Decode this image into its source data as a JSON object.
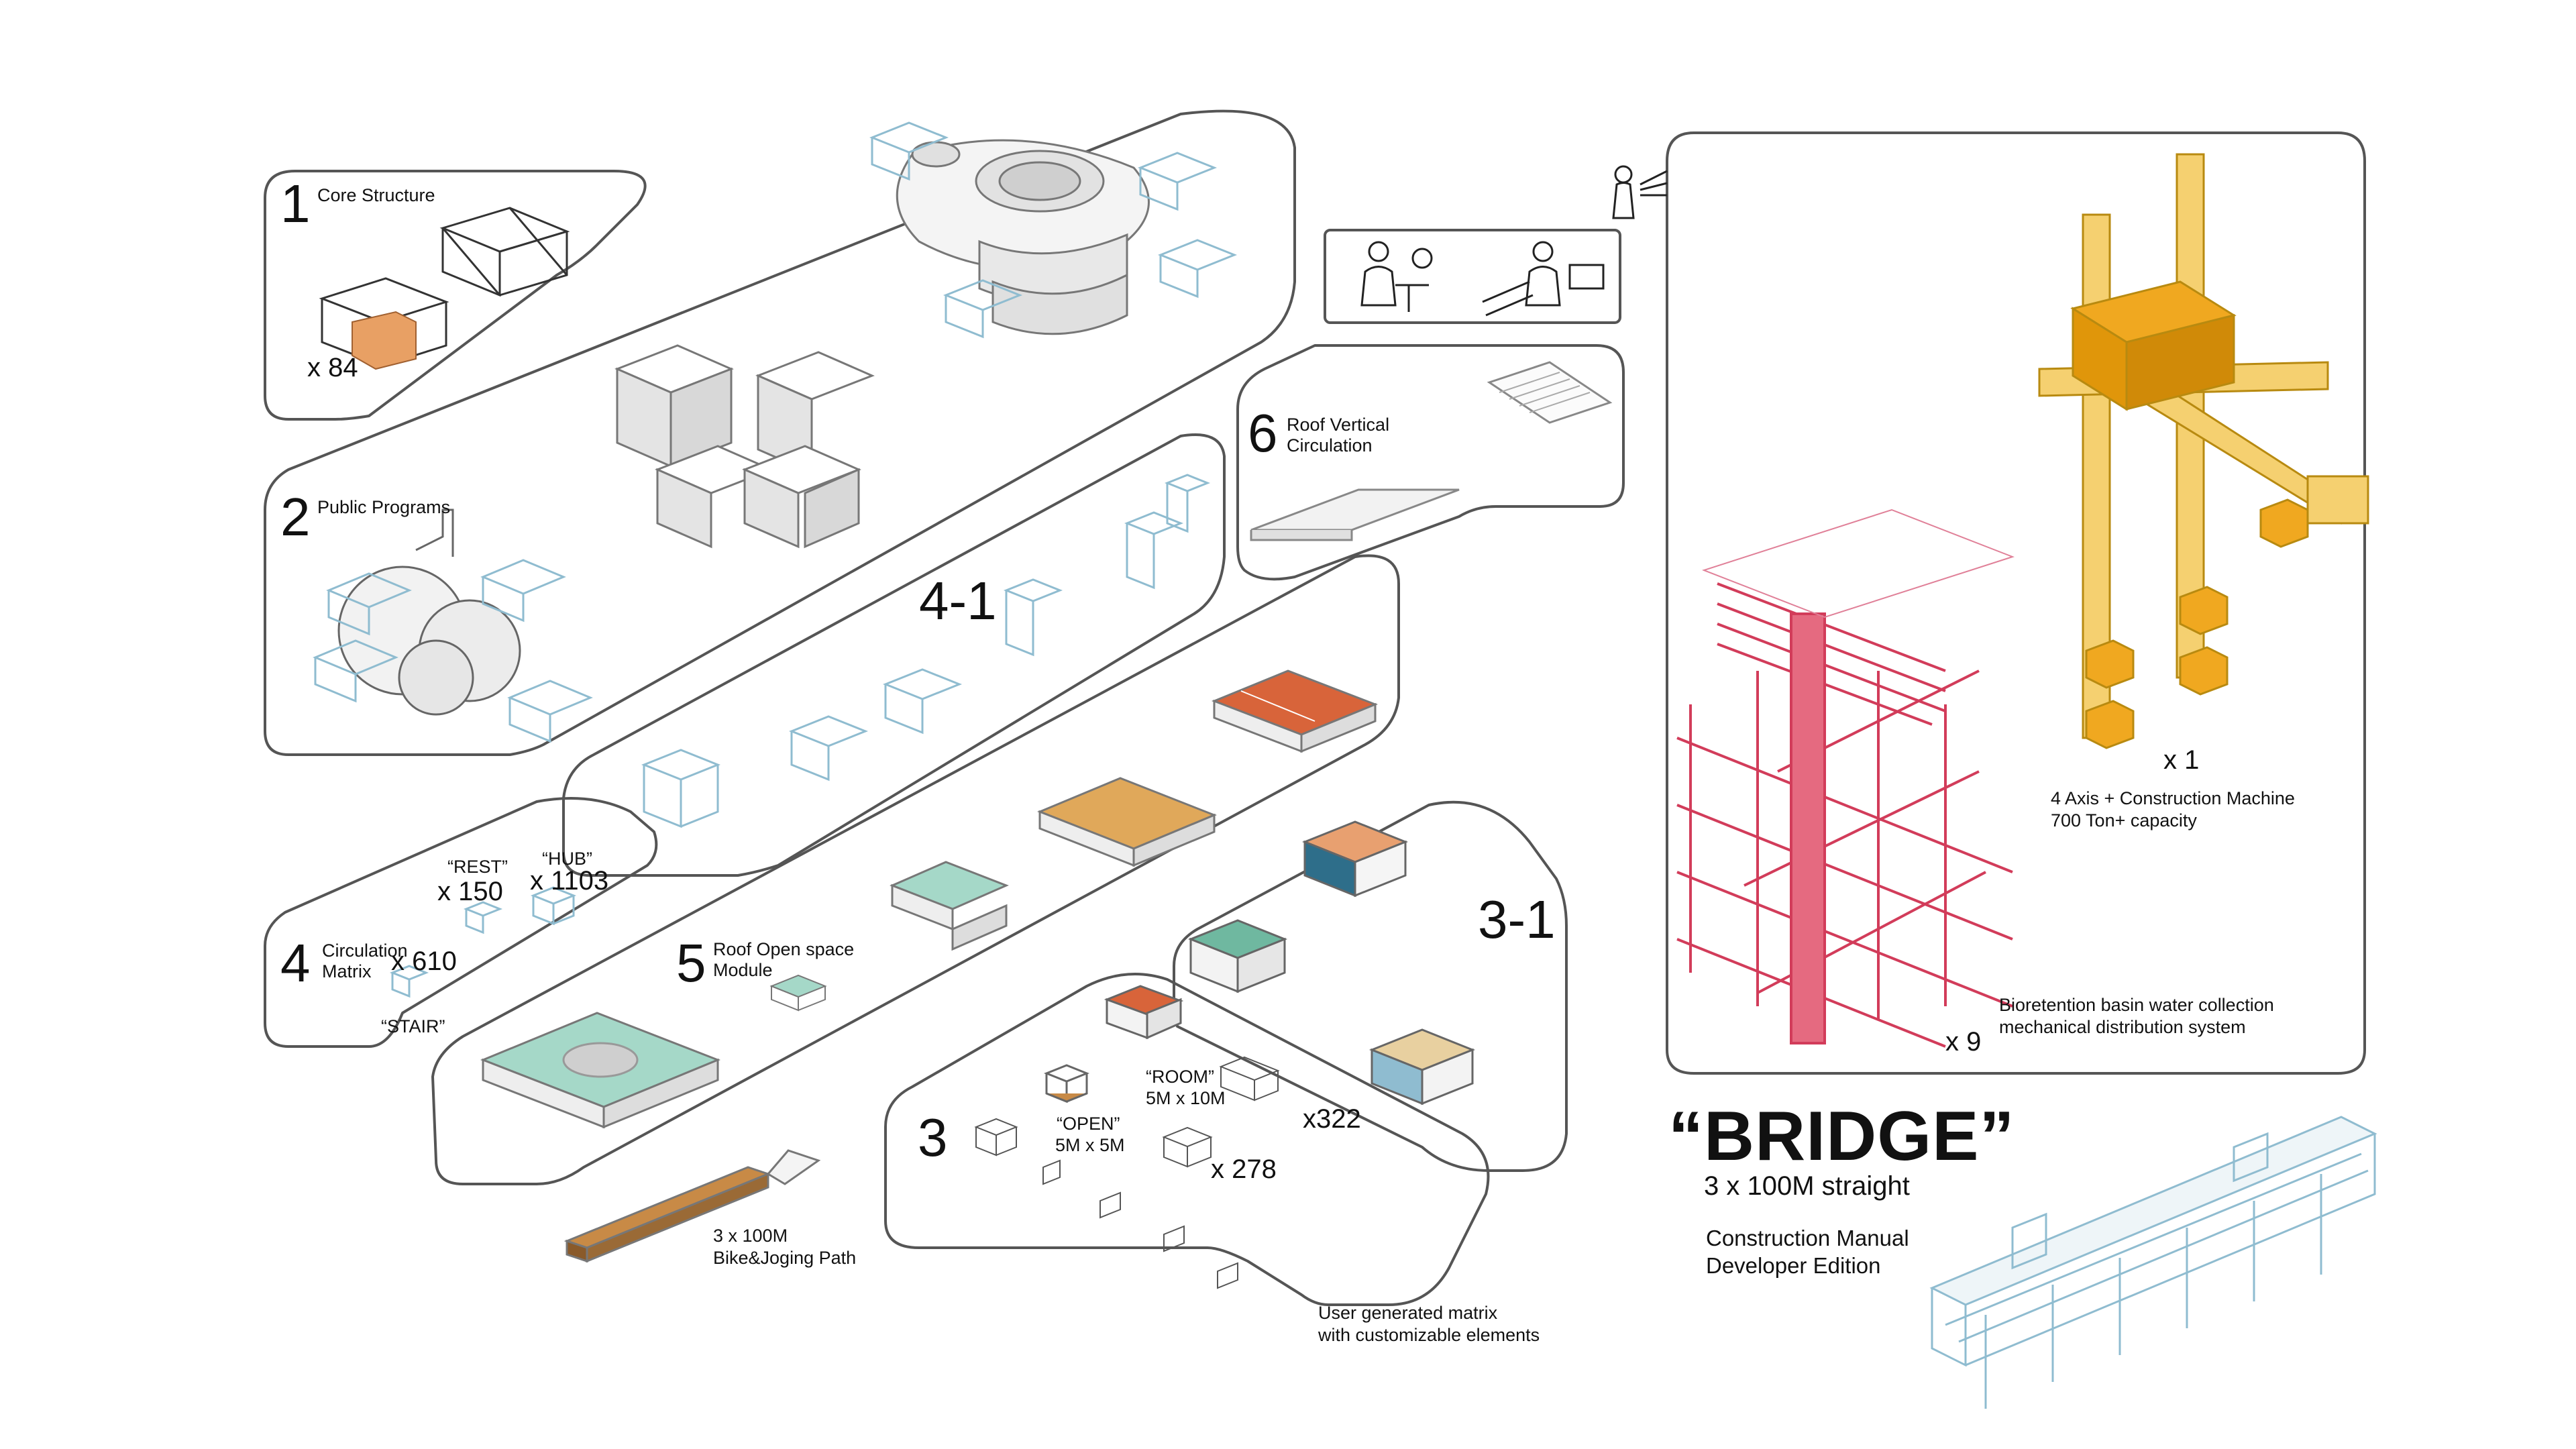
{
  "colors": {
    "orange": "#e8a064",
    "gold": "#f0a820",
    "crane": "#e0b030",
    "crimson": "#d23c5a",
    "mint": "#a5d8c8",
    "teal": "#2e6e8a",
    "clay": "#d8643a",
    "wood": "#c88a46",
    "blueprint": "#8fbcd0",
    "outline": "#555555"
  },
  "panels": {
    "core": {
      "number": "1",
      "label": "Core Structure",
      "count": "x 84"
    },
    "public": {
      "number": "2",
      "label": "Public Programs"
    },
    "circulation": {
      "number": "4",
      "label_line1": "Circulation",
      "label_line2": "Matrix",
      "count": "x 610",
      "rest_label": "“REST”",
      "rest_count": "x 150",
      "hub_label": "“HUB”",
      "hub_count": "x 1103",
      "stair_label": "“STAIR”"
    },
    "circ_variant": {
      "number": "4-1"
    },
    "roof_open": {
      "number": "5",
      "label_line1": "Roof Open space",
      "label_line2": "Module"
    },
    "roof_vertical": {
      "number": "6",
      "label_line1": "Roof Vertical",
      "label_line2": "Circulation"
    },
    "user_matrix": {
      "number": "3",
      "open_label": "“OPEN”",
      "open_size": "5M x 5M",
      "room_label": "“ROOM”",
      "room_size": "5M x 10M",
      "count_a": "x322",
      "count_b": "x 278",
      "caption_line1": "User generated matrix",
      "caption_line2": "with customizable elements"
    },
    "room_variant": {
      "number": "3-1"
    },
    "path": {
      "label_line1": "3 x 100M",
      "label_line2": "Bike&Joging Path"
    },
    "crane": {
      "count": "x 1",
      "caption_line1": "4 Axis + Construction Machine",
      "caption_line2": "700 Ton+ capacity"
    },
    "water": {
      "count": "x 9",
      "caption_line1": "Bioretention basin water collection",
      "caption_line2": "mechanical distribution system"
    }
  },
  "bridge": {
    "title": "“BRIDGE”",
    "subtitle": "3 x 100M straight",
    "manual_line1": "Construction Manual",
    "manual_line2": "Developer Edition"
  }
}
